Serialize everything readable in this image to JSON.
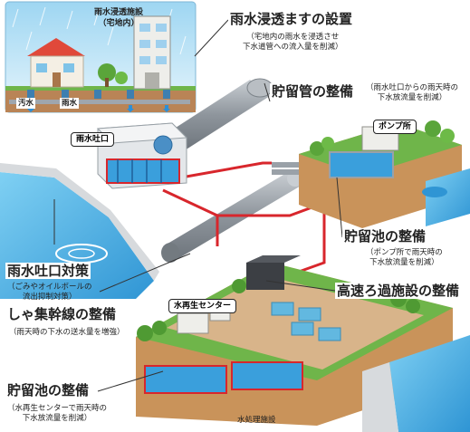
{
  "inset": {
    "facility_label": "雨水浸透施設\n（宅地内）",
    "wastewater": "汚水",
    "rainwater": "雨水"
  },
  "callouts": {
    "infiltration": {
      "title": "雨水浸透ますの設置",
      "desc": "（宅地内の雨水を浸透させ\n下水道管への流入量を削減）"
    },
    "storage_pipe": {
      "title": "貯留管の整備",
      "desc": "（雨水吐口からの雨天時の\n下水放流量を削減）"
    },
    "storage_pond_pump": {
      "title": "貯留池の整備",
      "desc": "（ポンプ所で雨天時の\n下水放流量を削減）"
    },
    "outlet": {
      "title": "雨水吐口対策",
      "desc": "（ごみやオイルボールの\n流出抑制対策）"
    },
    "trunk_line": {
      "title": "しゃ集幹線の整備",
      "desc": "（雨天時の下水の送水量を増強）"
    },
    "filtration": {
      "title": "高速ろ過施設の整備"
    },
    "storage_pond_center": {
      "title": "貯留池の整備",
      "desc": "（水再生センターで雨天時の\n下水放流量を削減）"
    }
  },
  "tags": {
    "outlet": "雨水吐口",
    "pump_station": "ポンプ所",
    "water_center": "水再生センター",
    "treatment": "水処理施設"
  },
  "colors": {
    "ground": "#c9935a",
    "grass": "#5aa53a",
    "water": "#4fb3e6",
    "pipe": "#9fa6ad",
    "red_line": "#d8262c",
    "sky": "#bfe4f6"
  }
}
